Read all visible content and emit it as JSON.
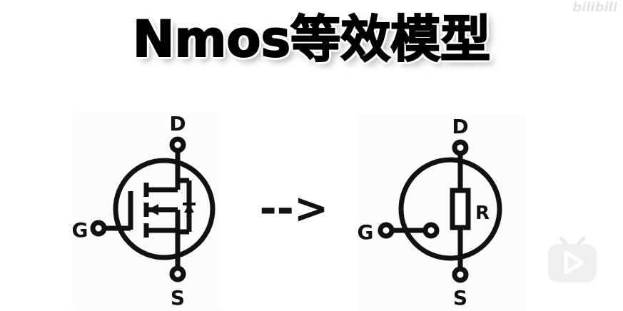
{
  "title": "Nmos等效模型",
  "watermark": "bilibili",
  "left_symbol": {
    "drain_label": "D",
    "gate_label": "G",
    "source_label": "S"
  },
  "arrow_text": "-->",
  "right_symbol": {
    "drain_label": "D",
    "gate_label": "G",
    "source_label": "S",
    "resistor_label": "R"
  },
  "icons": {
    "play": "tv-play-icon"
  }
}
